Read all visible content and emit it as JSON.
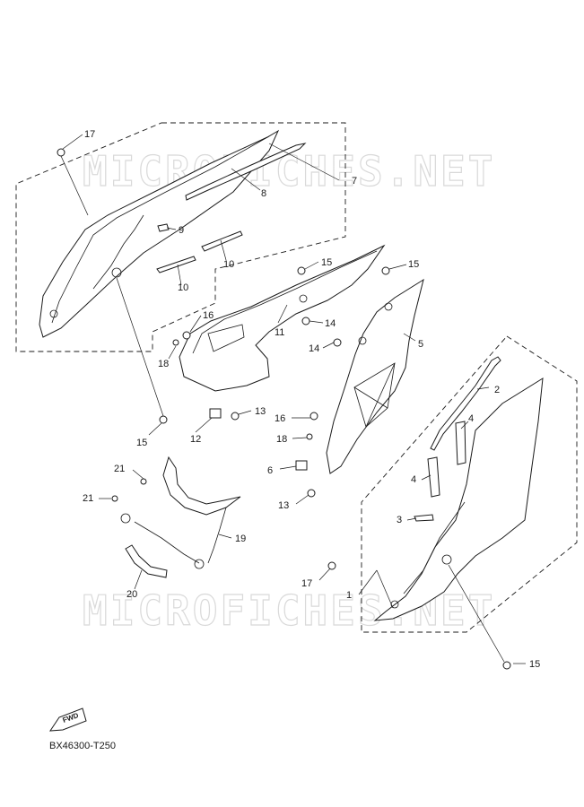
{
  "watermark": "MICROFICHES.NET",
  "diagram_code": "BX46300-T250",
  "fwd_label": "FWD",
  "callouts": {
    "c1": "1",
    "c2": "2",
    "c3": "3",
    "c4a": "4",
    "c4b": "4",
    "c5": "5",
    "c6": "6",
    "c7": "7",
    "c8": "8",
    "c9": "9",
    "c10a": "10",
    "c10b": "10",
    "c11": "11",
    "c12": "12",
    "c13a": "13",
    "c13b": "13",
    "c14a": "14",
    "c14b": "14",
    "c15a": "15",
    "c15b": "15",
    "c15c": "15",
    "c15d": "15",
    "c16a": "16",
    "c16b": "16",
    "c17a": "17",
    "c17b": "17",
    "c18a": "18",
    "c18b": "18",
    "c19": "19",
    "c20": "20",
    "c21a": "21",
    "c21b": "21"
  }
}
